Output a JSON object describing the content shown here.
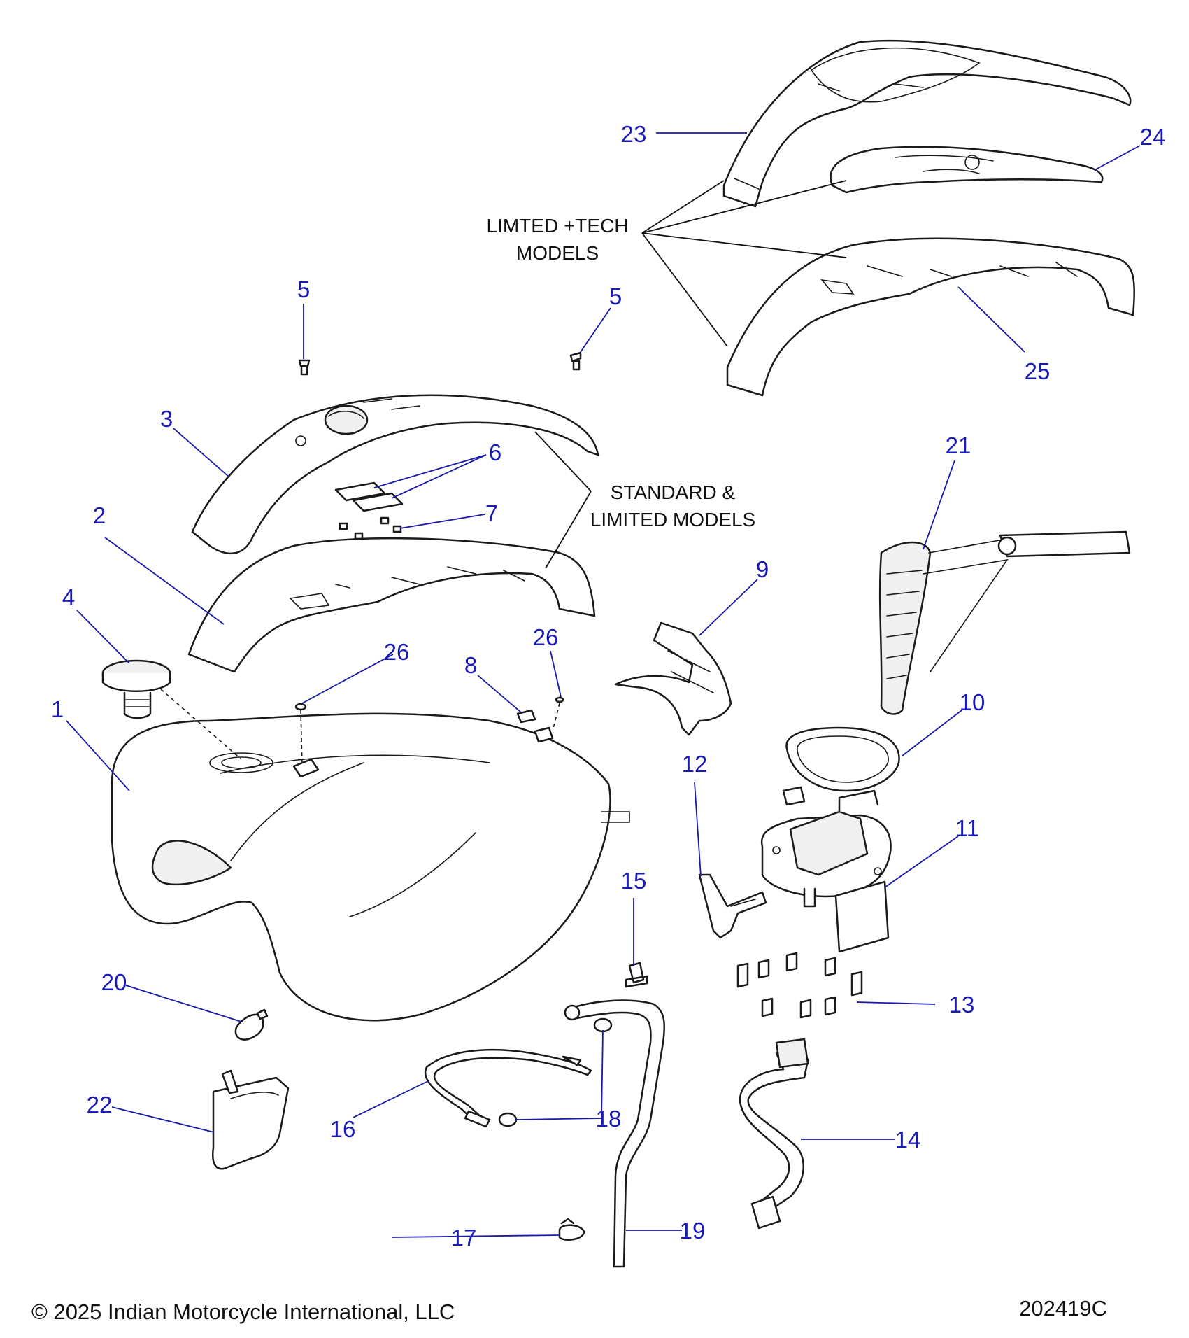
{
  "callouts": {
    "c1": "1",
    "c2": "2",
    "c3": "3",
    "c4": "4",
    "c5a": "5",
    "c5b": "5",
    "c6": "6",
    "c7": "7",
    "c8": "8",
    "c9": "9",
    "c10": "10",
    "c11": "11",
    "c12": "12",
    "c13": "13",
    "c14": "14",
    "c15": "15",
    "c16": "16",
    "c17": "17",
    "c18": "18",
    "c19": "19",
    "c20": "20",
    "c21": "21",
    "c22": "22",
    "c23": "23",
    "c24": "24",
    "c25": "25",
    "c26a": "26",
    "c26b": "26"
  },
  "notes": {
    "limited_tech_line1": "LIMTED +TECH",
    "limited_tech_line2": "MODELS",
    "standard_line1": "STANDARD &",
    "standard_line2": "LIMITED MODELS"
  },
  "footer": {
    "copyright": "© 2025 Indian Motorcycle International, LLC",
    "diagram_id": "202419C"
  },
  "colors": {
    "callout_text": "#1a1ab4",
    "leader_blue": "#1a1aa8",
    "line": "#1a1a1a"
  }
}
